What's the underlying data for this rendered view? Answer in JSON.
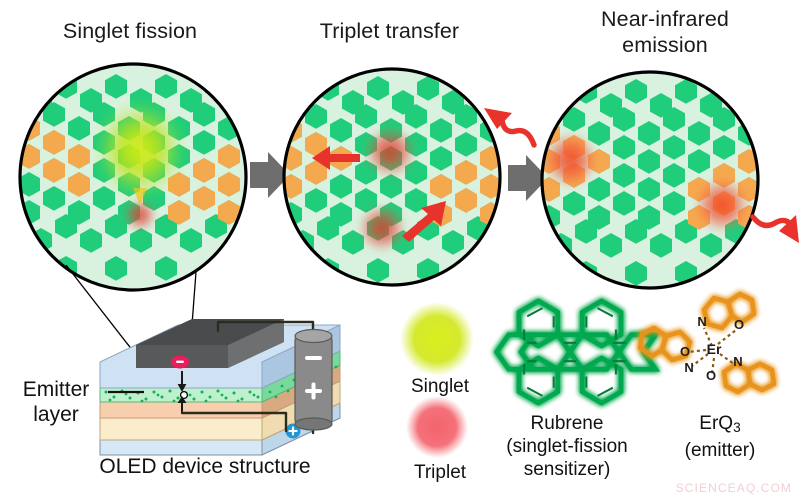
{
  "figure": {
    "kind": "scientific-process-diagram",
    "watermark": "SCIENCEAQ.COM",
    "panels": [
      {
        "id": "singlet-fission",
        "title": "Singlet fission"
      },
      {
        "id": "triplet-transfer",
        "title": "Triplet transfer"
      },
      {
        "id": "nir-emission",
        "title": "Near-infrared\nemission"
      }
    ]
  },
  "titles": {
    "panel1": "Singlet fission",
    "panel2": "Triplet transfer",
    "panel3_line1": "Near-infrared",
    "panel3_line2": "emission"
  },
  "device": {
    "caption": "OLED device structure",
    "emitter_label_line1": "Emitter",
    "emitter_label_line2": "layer",
    "battery_negative": "−",
    "battery_positive": "+",
    "electron_symbol": "−",
    "hole_symbol": "+",
    "layers": [
      {
        "name": "cathode",
        "color": "#58595b"
      },
      {
        "name": "electron-transport",
        "color": "#cfe2f3"
      },
      {
        "name": "emitter-layer",
        "color": "#9fe8b6"
      },
      {
        "name": "hole-transport",
        "color": "#f7cfae"
      },
      {
        "name": "anode",
        "color": "#fbeccb"
      },
      {
        "name": "substrate",
        "color": "#d6e7f5"
      }
    ]
  },
  "legend": {
    "singlet": {
      "label": "Singlet",
      "color": "#d4e82a"
    },
    "triplet": {
      "label": "Triplet",
      "color": "#f4676f"
    }
  },
  "molecules": [
    {
      "id": "rubrene",
      "name": "Rubrene",
      "sub_line1": "(singlet-fission",
      "sub_line2": "sensitizer)",
      "color": "#00a94f"
    },
    {
      "id": "erq3",
      "name_text": "ErQ3",
      "name_main": "ErQ",
      "name_sub": "3",
      "sub_line1": "(emitter)",
      "color": "#e8941f",
      "atom_labels": [
        "Er",
        "N",
        "N",
        "N",
        "O",
        "O",
        "O"
      ]
    }
  ],
  "colors": {
    "matrix_bg": "#d9f2e0",
    "rubrene_hex": "#20cd7b",
    "erq3_hex": "#f5a94e",
    "singlet_glow": "#b9e320",
    "triplet_glow": "#e8453f",
    "arrow_gray": "#6e6e6e",
    "emission_red": "#e8332c",
    "outline": "#000000"
  },
  "arrows": {
    "step_arrow_1": "gray-block-arrow-right",
    "step_arrow_2": "gray-block-arrow-right",
    "emission_arrow_1": "red-wavy-arrow-up-left",
    "emission_arrow_2": "red-wavy-arrow-down-right",
    "transfer_arrow_1": "red-arrow-left",
    "transfer_arrow_2": "red-arrow-up-right"
  }
}
